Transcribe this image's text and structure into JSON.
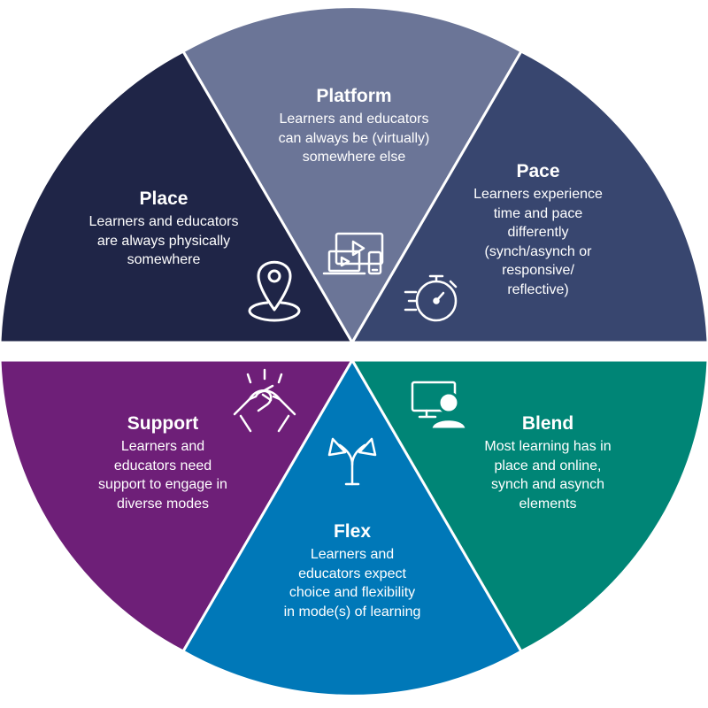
{
  "segments": {
    "place": {
      "title": "Place",
      "lines": [
        "Learners and educators",
        "are always physically",
        "somewhere"
      ],
      "color": "#1f2547",
      "icon": "location-pin-icon"
    },
    "platform": {
      "title": "Platform",
      "lines": [
        "Learners and educators",
        "can always be (virtually)",
        "somewhere else"
      ],
      "color": "#6b7597",
      "icon": "devices-icon"
    },
    "pace": {
      "title": "Pace",
      "lines": [
        "Learners experience",
        "time and pace",
        "differently",
        "(synch/asynch or",
        "responsive/",
        "reflective)"
      ],
      "color": "#38466f",
      "icon": "stopwatch-icon"
    },
    "support": {
      "title": "Support",
      "lines": [
        "Learners and",
        "educators need",
        "support to engage in",
        "diverse modes"
      ],
      "color": "#6e1f78",
      "icon": "handshake-icon"
    },
    "flex": {
      "title": "Flex",
      "lines": [
        "Learners and",
        "educators expect",
        "choice and flexibility",
        "in mode(s) of learning"
      ],
      "color": "#0078b8",
      "icon": "split-arrows-icon"
    },
    "blend": {
      "title": "Blend",
      "lines": [
        "Most learning has in",
        "place and online,",
        "synch and asynch",
        "elements"
      ],
      "color": "#008576",
      "icon": "computer-user-icon"
    }
  }
}
